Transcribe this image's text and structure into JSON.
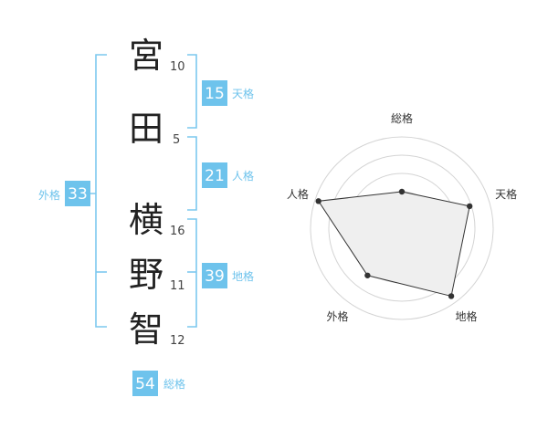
{
  "name": {
    "characters": [
      {
        "char": "宮",
        "strokes": "10"
      },
      {
        "char": "田",
        "strokes": "5"
      },
      {
        "char": "横",
        "strokes": "16"
      },
      {
        "char": "野",
        "strokes": "11"
      },
      {
        "char": "智",
        "strokes": "12"
      }
    ]
  },
  "kakusu": {
    "tenkaku": {
      "value": "15",
      "label": "天格"
    },
    "jinkaku": {
      "value": "21",
      "label": "人格"
    },
    "chikaku": {
      "value": "39",
      "label": "地格"
    },
    "gaikaku": {
      "value": "33",
      "label": "外格"
    },
    "soukaku": {
      "value": "54",
      "label": "総格"
    }
  },
  "colors": {
    "accent": "#6ec3ec",
    "bracket": "#7cc8ee",
    "grid": "#d4d4d4",
    "polygon_fill": "#efefef",
    "polygon_stroke": "#333333"
  },
  "chart_data": {
    "type": "radar",
    "axes": [
      "総格",
      "天格",
      "地格",
      "外格",
      "人格"
    ],
    "values": [
      0.4,
      0.78,
      0.92,
      0.64,
      0.96
    ],
    "range": [
      0,
      1
    ],
    "rings": 5
  }
}
